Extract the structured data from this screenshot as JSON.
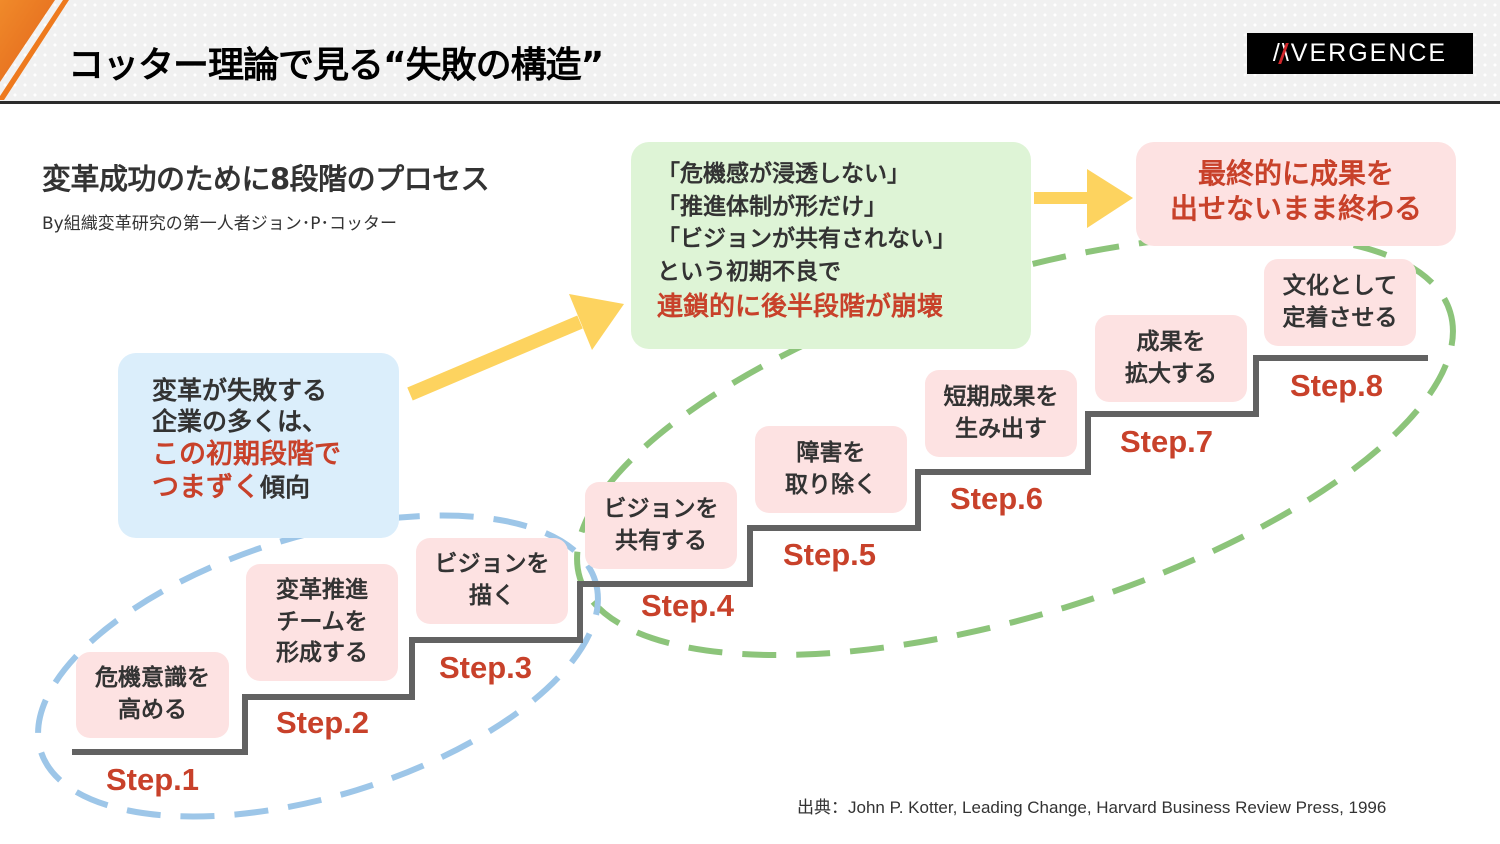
{
  "header": {
    "title": "コッター理論で見る“失敗の構造”",
    "logo": {
      "mark": "/\\",
      "text": "VERGENCE"
    },
    "accent_color": "#ee7a1e"
  },
  "intro": {
    "heading": "変革成功のために8段階のプロセス",
    "byline": "By組織変革研究の第一人者ジョン･P･コッター"
  },
  "callouts": {
    "early_failure": {
      "line1": "変革が失敗する",
      "line2": "企業の多くは、",
      "line3_highlight": "この初期段階で",
      "line4_highlight": "つまずく",
      "line4_rest": "傾向"
    },
    "chain_collapse": {
      "line1": "「危機感が浸透しない」",
      "line2": "「推進体制が形だけ」",
      "line3": "「ビジョンが共有されない」",
      "line4": "という初期不良で",
      "line5_highlight": "連鎖的に後半段階が崩壊"
    },
    "final_result": {
      "line1": "最終的に成果を",
      "line2": "出せないまま終わる"
    }
  },
  "steps": [
    {
      "label": "Step.1",
      "lines": [
        "危機意識を",
        "高める"
      ]
    },
    {
      "label": "Step.2",
      "lines": [
        "変革推進",
        "チームを",
        "形成する"
      ]
    },
    {
      "label": "Step.3",
      "lines": [
        "ビジョンを",
        "描く"
      ]
    },
    {
      "label": "Step.4",
      "lines": [
        "ビジョンを",
        "共有する"
      ]
    },
    {
      "label": "Step.5",
      "lines": [
        "障害を",
        "取り除く"
      ]
    },
    {
      "label": "Step.6",
      "lines": [
        "短期成果を",
        "生み出す"
      ]
    },
    {
      "label": "Step.7",
      "lines": [
        "成果を",
        "拡大する"
      ]
    },
    {
      "label": "Step.8",
      "lines": [
        "文化として",
        "定着させる"
      ]
    }
  ],
  "groups": {
    "early_stage_steps": [
      1,
      2,
      3
    ],
    "late_stage_steps": [
      4,
      5,
      6,
      7,
      8
    ]
  },
  "colors": {
    "step_red": "#c8412a",
    "step_box_bg": "#fde2e2",
    "stair_line": "#626262",
    "early_ellipse": "#9dc6e8",
    "late_ellipse": "#8cc47a",
    "arrow": "#fdd35f"
  },
  "source": "出典：John P. Kotter, Leading Change, Harvard Business Review Press, 1996"
}
